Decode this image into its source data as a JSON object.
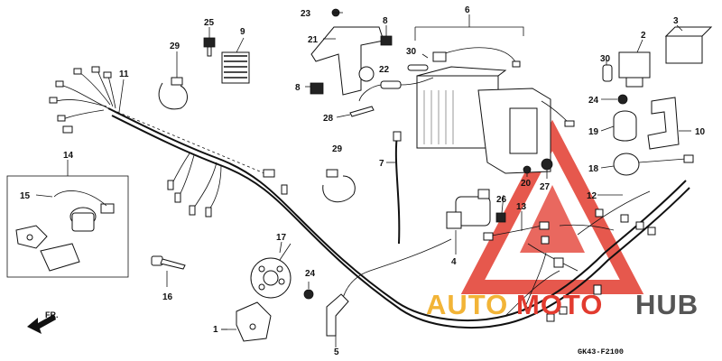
{
  "diagram": {
    "labels": [
      "1",
      "2",
      "3",
      "4",
      "5",
      "6",
      "7",
      "8",
      "10",
      "11",
      "12",
      "13",
      "14",
      "15",
      "16",
      "17",
      "18",
      "19",
      "20",
      "21",
      "22",
      "23",
      "24",
      "25",
      "26",
      "27",
      "28",
      "29",
      "30"
    ],
    "extra_labels": {
      "label_8b": "8",
      "label_24b": "24",
      "label_29b": "29",
      "label_30b": "30"
    },
    "direction_label": "FR.",
    "diagram_code": "GK43-F2100"
  },
  "watermark": {
    "auto": "AUTO",
    "moto": "MOTO",
    "hub": "HUB",
    "colors": {
      "red": "#e23b2f",
      "orange": "#f2b437",
      "gray": "#555555"
    }
  }
}
